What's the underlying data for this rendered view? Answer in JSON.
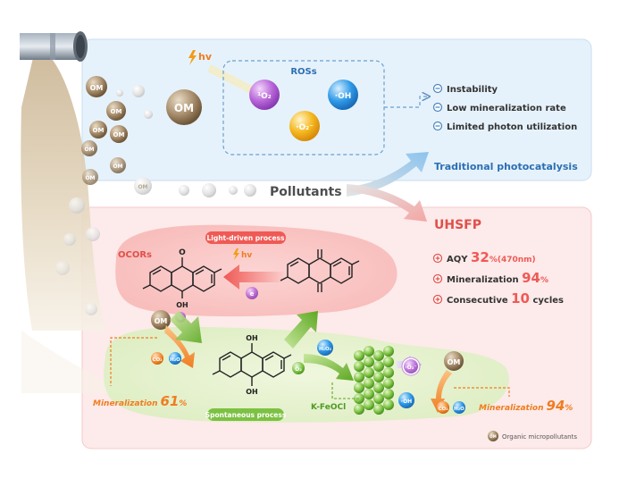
{
  "top": {
    "hv": "hv",
    "om_label": "OM",
    "ros_title": "ROSs",
    "singlet_o2": "¹O₂",
    "hydroxyl": "·OH",
    "superoxide": "·O₂⁻",
    "issues": [
      "Instability",
      "Low mineralization rate",
      "Limited photon utilization"
    ],
    "traditional": "Traditional photocatalysis"
  },
  "stream": {
    "om_label": "OM",
    "pollutants": "Pollutants"
  },
  "bottom": {
    "title": "UHSFP",
    "results": [
      {
        "pre": "AQY ",
        "value": "32",
        "post": "%(470nm)"
      },
      {
        "pre": "Mineralization ",
        "value": "94",
        "post": "%"
      },
      {
        "pre": "Consecutive ",
        "value": "10",
        "post": " cycles"
      }
    ],
    "light_process": "Light-driven process",
    "hv": "hv",
    "ocors": "OCORs",
    "o_radical": "O",
    "oh_top": "OH",
    "oh_bottom": "OH",
    "oh_mid": "OH",
    "electron": "e",
    "om_label": "OM",
    "co2": "CO₂",
    "h2o": "H₂O",
    "o2": "O₂",
    "h2o2": "H₂O₂",
    "mineral_left_label": "Mineralization",
    "mineral_left_value": "61",
    "mineral_left_unit": "%",
    "spontaneous": "Spontaneous process",
    "kfeocl": "K-FeOCl",
    "o2_right": "·O₂⁻",
    "oh_right": "·OH",
    "mineral_right_label": "Mineralization",
    "mineral_right_value": "94",
    "mineral_right_unit": "%",
    "legend": "Organic micropollutants",
    "legend_icon": "OM"
  },
  "colors": {
    "top_panel": "#e6f2fb",
    "bottom_panel": "#fdeaea",
    "blue_text": "#2c6fb3",
    "red_text": "#e0504a",
    "orange": "#ef7d21",
    "green": "#7cc142"
  }
}
